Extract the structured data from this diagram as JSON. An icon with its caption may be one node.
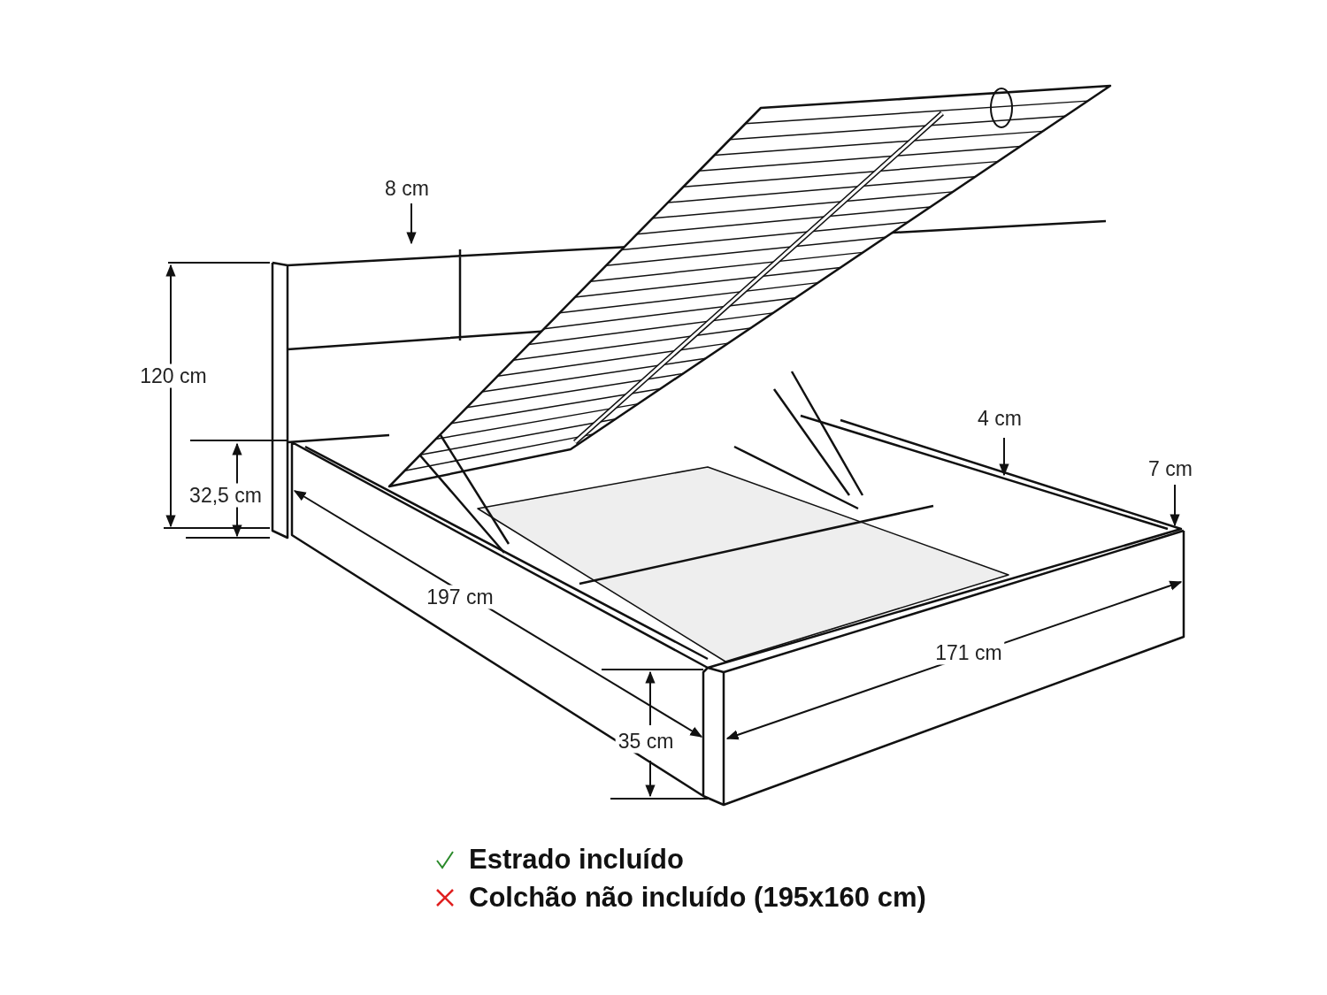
{
  "diagram": {
    "labels": [
      "8 cm",
      "120 cm",
      "4 cm",
      "7 cm",
      "32,5 cm",
      "197 cm",
      "171 cm",
      "35 cm",
      "Estrado incluído",
      "Colchão não incluído (195x160 cm)"
    ]
  }
}
